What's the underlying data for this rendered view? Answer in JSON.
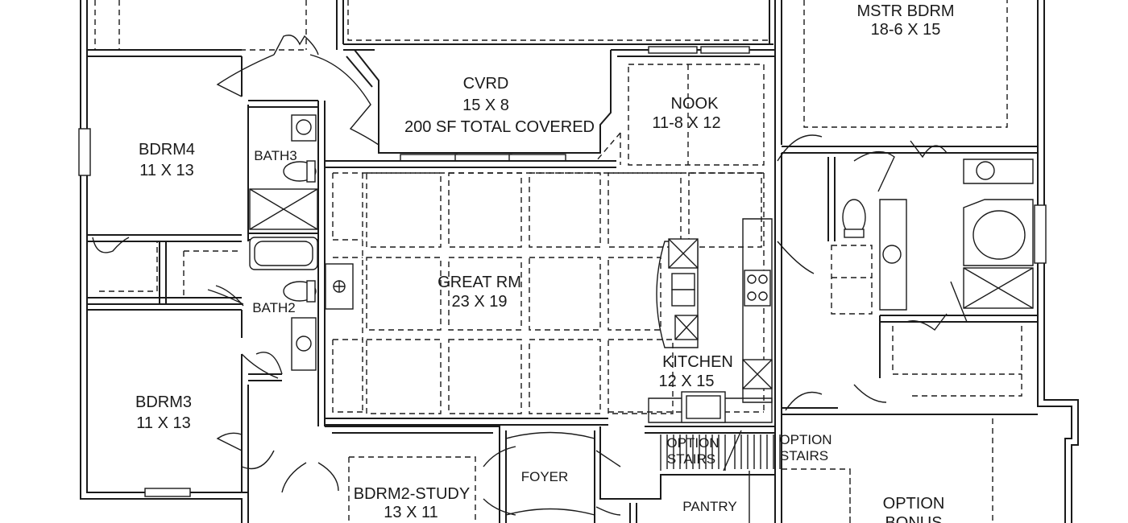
{
  "rooms": {
    "mstr_bdrm": {
      "name": "MSTR BDRM",
      "size": "18-6 X 15"
    },
    "cvrd": {
      "name": "CVRD",
      "size": "15 X 8",
      "note": "200 SF TOTAL COVERED"
    },
    "nook": {
      "name": "NOOK",
      "size": "11-8 X 12"
    },
    "bdrm4": {
      "name": "BDRM4",
      "size": "11 X 13"
    },
    "bath3": {
      "name": "BATH3"
    },
    "great_rm": {
      "name": "GREAT RM",
      "size": "23 X 19"
    },
    "bath2": {
      "name": "BATH2"
    },
    "kitchen": {
      "name": "KITCHEN",
      "size": "12 X 15"
    },
    "bdrm3": {
      "name": "BDRM3",
      "size": "11 X 13"
    },
    "option_stairs_1": {
      "line1": "OPTION",
      "line2": "STAIRS"
    },
    "option_stairs_2": {
      "line1": "OPTION",
      "line2": "STAIRS"
    },
    "foyer": {
      "name": "FOYER"
    },
    "bdrm2_study": {
      "name": "BDRM2-STUDY",
      "size": "13 X 11"
    },
    "pantry": {
      "name": "PANTRY"
    },
    "option_bonus": {
      "line1": "OPTION",
      "line2": "BONUS"
    }
  }
}
